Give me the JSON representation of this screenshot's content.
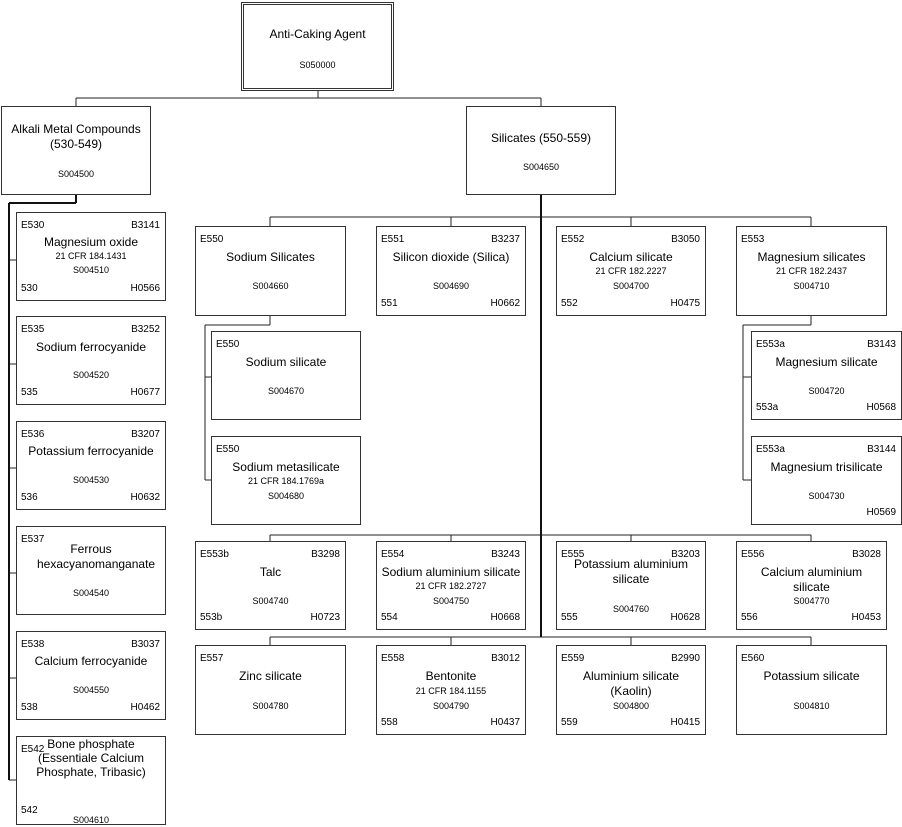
{
  "nodes": {
    "root": {
      "name": "Anti-Caking Agent",
      "scode": "S050000"
    },
    "alkali": {
      "name": "Alkali Metal Compounds (530-549)",
      "scode": "S004500"
    },
    "silicates": {
      "name": "Silicates (550-559)",
      "scode": "S004650"
    },
    "mgo": {
      "e": "E530",
      "b": "B3141",
      "name": "Magnesium oxide",
      "cfr": "21 CFR 184.1431",
      "scode": "S004510",
      "ins": "530",
      "h": "H0566"
    },
    "nafe": {
      "e": "E535",
      "b": "B3252",
      "name": "Sodium ferrocyanide",
      "scode": "S004520",
      "ins": "535",
      "h": "H0677"
    },
    "kfe": {
      "e": "E536",
      "b": "B3207",
      "name": "Potassium ferrocyanide",
      "scode": "S004530",
      "ins": "536",
      "h": "H0632"
    },
    "ferrous": {
      "e": "E537",
      "name": "Ferrous hexacyanomanganate",
      "scode": "S004540"
    },
    "cafe": {
      "e": "E538",
      "b": "B3037",
      "name": "Calcium ferrocyanide",
      "scode": "S004550",
      "ins": "538",
      "h": "H0462"
    },
    "bone": {
      "e": "E542",
      "name": "Bone phosphate (Essentiale Calcium Phosphate, Tribasic)",
      "scode": "S004610",
      "ins": "542"
    },
    "nasilicates": {
      "e": "E550",
      "name": "Sodium Silicates",
      "scode": "S004660"
    },
    "sio2": {
      "e": "E551",
      "b": "B3237",
      "name": "Silicon dioxide (Silica)",
      "scode": "S004690",
      "ins": "551",
      "h": "H0662"
    },
    "casil": {
      "e": "E552",
      "b": "B3050",
      "name": "Calcium silicate",
      "cfr": "21 CFR 182.2227",
      "scode": "S004700",
      "ins": "552",
      "h": "H0475"
    },
    "mgsilicates": {
      "e": "E553",
      "name": "Magnesium silicates",
      "cfr": "21 CFR 182.2437",
      "scode": "S004710"
    },
    "nasil": {
      "e": "E550",
      "name": "Sodium silicate",
      "scode": "S004670"
    },
    "nameta": {
      "e": "E550",
      "name": "Sodium metasilicate",
      "cfr": "21 CFR 184.1769a",
      "scode": "S004680"
    },
    "mgsil": {
      "e": "E553a",
      "b": "B3143",
      "name": "Magnesium silicate",
      "scode": "S004720",
      "ins": "553a",
      "h": "H0568"
    },
    "mgtri": {
      "e": "E553a",
      "b": "B3144",
      "name": "Magnesium trisilicate",
      "scode": "S004730",
      "h": "H0569"
    },
    "talc": {
      "e": "E553b",
      "b": "B3298",
      "name": "Talc",
      "scode": "S004740",
      "ins": "553b",
      "h": "H0723"
    },
    "naal": {
      "e": "E554",
      "b": "B3243",
      "name": "Sodium aluminium silicate",
      "cfr": "21 CFR 182.2727",
      "scode": "S004750",
      "ins": "554",
      "h": "H0668"
    },
    "kal": {
      "e": "E555",
      "b": "B3203",
      "name": "Potassium aluminium silicate",
      "scode": "S004760",
      "ins": "555",
      "h": "H0628"
    },
    "caal": {
      "e": "E556",
      "b": "B3028",
      "name": "Calcium aluminium silicate",
      "scode": "S004770",
      "ins": "556",
      "h": "H0453"
    },
    "znsil": {
      "e": "E557",
      "name": "Zinc silicate",
      "scode": "S004780"
    },
    "bentonite": {
      "e": "E558",
      "b": "B3012",
      "name": "Bentonite",
      "cfr": "21 CFR 184.1155",
      "scode": "S004790",
      "ins": "558",
      "h": "H0437"
    },
    "kaolin": {
      "e": "E559",
      "b": "B2990",
      "name": "Aluminium silicate (Kaolin)",
      "scode": "S004800",
      "ins": "559",
      "h": "H0415"
    },
    "ksil": {
      "e": "E560",
      "name": "Potassium silicate",
      "scode": "S004810"
    }
  }
}
